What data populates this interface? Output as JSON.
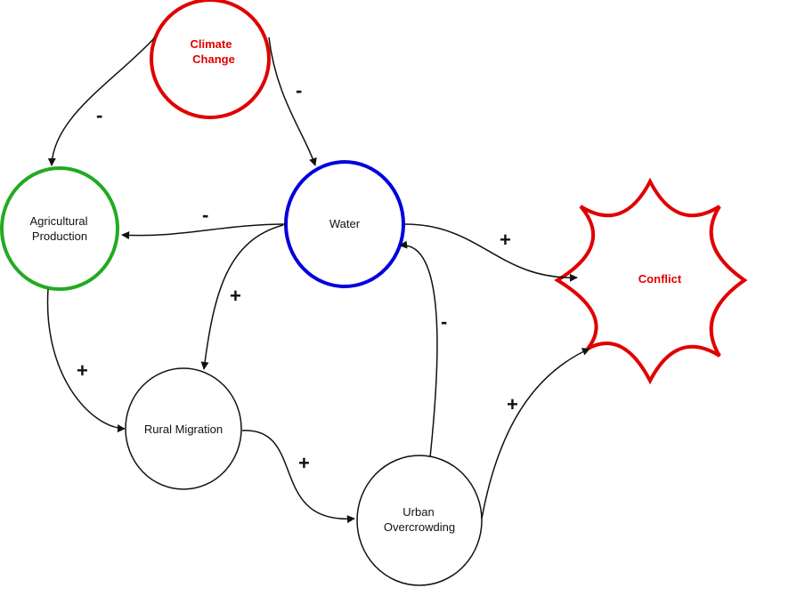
{
  "nodes": {
    "climate_change": {
      "line1": "Climate",
      "line2": "Change",
      "color": "#e00000"
    },
    "agricultural_production": {
      "line1": "Agricultural",
      "line2": "Production",
      "color": "#22aa22"
    },
    "water": {
      "label": "Water",
      "color": "#0000dd"
    },
    "conflict": {
      "label": "Conflict",
      "color": "#e00000"
    },
    "rural_migration": {
      "label": "Rural Migration",
      "color": "#111111"
    },
    "urban_overcrowding": {
      "line1": "Urban",
      "line2": "Overcrowding",
      "color": "#111111"
    }
  },
  "edges": [
    {
      "from": "Climate Change",
      "to": "Agricultural Production",
      "sign": "-"
    },
    {
      "from": "Climate Change",
      "to": "Water",
      "sign": "-"
    },
    {
      "from": "Water",
      "to": "Agricultural Production",
      "sign": "-"
    },
    {
      "from": "Water",
      "to": "Conflict",
      "sign": "+"
    },
    {
      "from": "Water",
      "to": "Rural Migration",
      "sign": "+"
    },
    {
      "from": "Agricultural Production",
      "to": "Rural Migration",
      "sign": "+"
    },
    {
      "from": "Rural Migration",
      "to": "Urban Overcrowding",
      "sign": "+"
    },
    {
      "from": "Urban Overcrowding",
      "to": "Water",
      "sign": "-"
    },
    {
      "from": "Urban Overcrowding",
      "to": "Conflict",
      "sign": "+"
    }
  ]
}
